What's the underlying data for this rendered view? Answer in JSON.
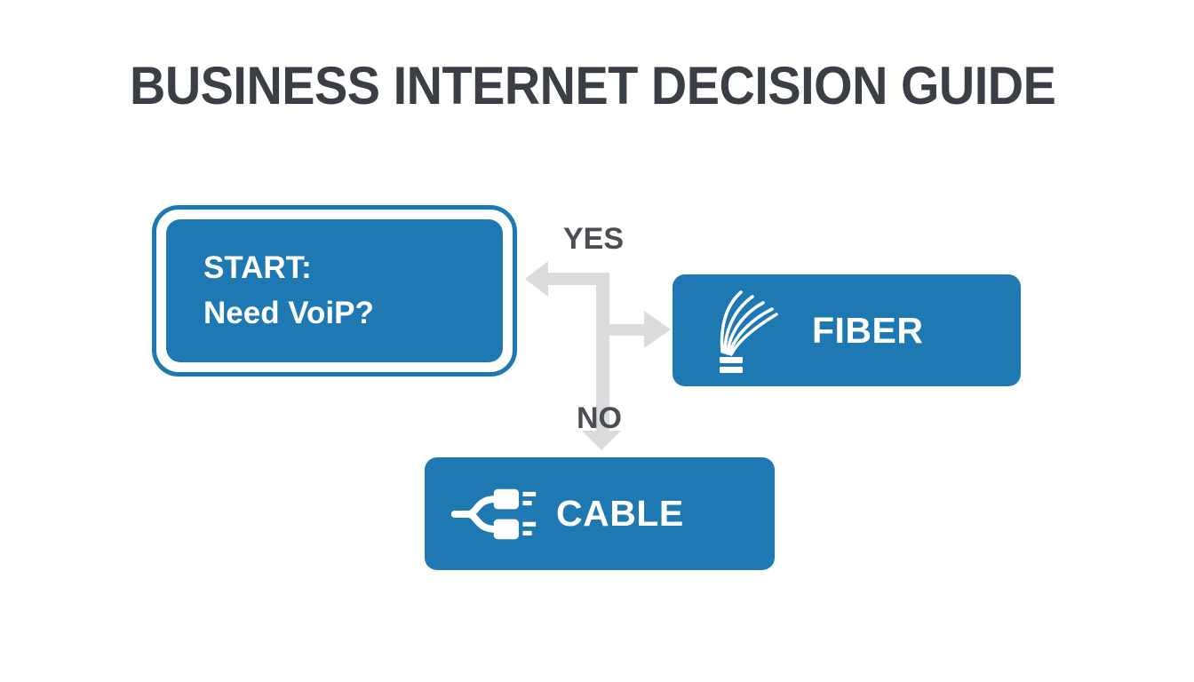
{
  "page": {
    "title": "BUSINESS INTERNET DECISION GUIDE"
  },
  "flowchart": {
    "start_node": {
      "line1": "START:",
      "line2": "Need VoiP?"
    },
    "yes_label": "YES",
    "no_label": "NO",
    "fiber_node": {
      "label": "FIBER",
      "icon": "fiber-optic-cable-icon"
    },
    "cable_node": {
      "label": "CABLE",
      "icon": "cable-splitter-icon"
    },
    "colors": {
      "node_blue": "#1e78b1",
      "node_text": "#ffffff",
      "arrow_gray": "#d9dbdd",
      "title_color": "#3a3e45",
      "label_color": "#4b4e53"
    }
  }
}
